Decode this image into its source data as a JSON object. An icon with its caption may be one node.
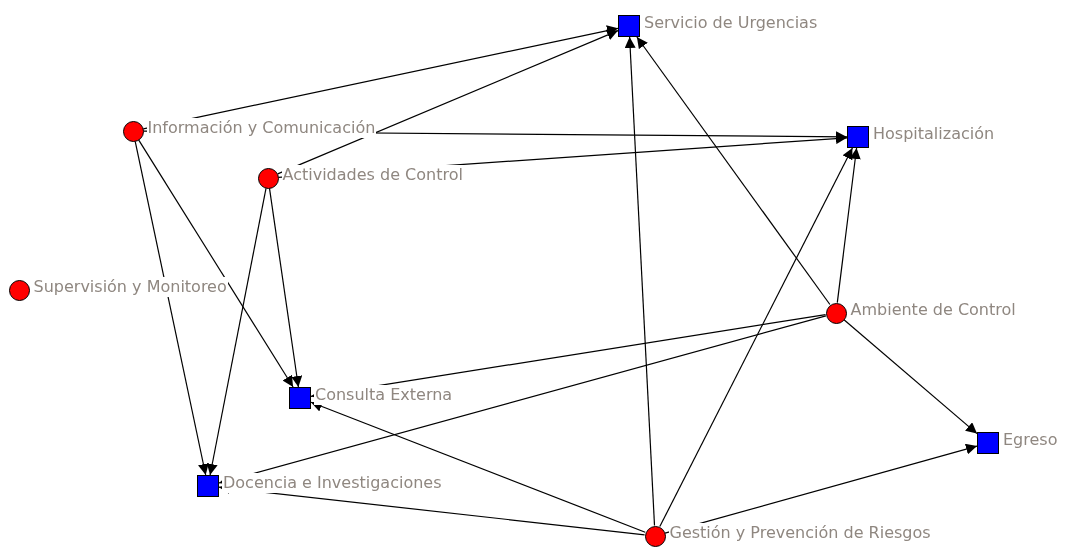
{
  "diagram": {
    "nodes": [
      {
        "text": [
          "Servicio de Urgencias"
        ]
      },
      {
        "text": [
          "Información y Comunicación"
        ]
      },
      {
        "text": [
          "Hospitalización"
        ]
      },
      {
        "text": [
          "Actividades de Control"
        ]
      },
      {
        "text": [
          "Supervisión y Monitoreo"
        ]
      },
      {
        "text": [
          "Ambiente de Control"
        ]
      },
      {
        "text": [
          "Consulta Externa"
        ]
      },
      {
        "text": [
          "Egreso"
        ]
      },
      {
        "text": [
          "Docencia e Investigaciones"
        ]
      },
      {
        "text": [
          "Gestión y Prevención de Riesgos"
        ]
      }
    ],
    "edges": [
      {
        "from": 1,
        "to": 0,
        "arrow": "to"
      },
      {
        "from": 3,
        "to": 0,
        "arrow": "to"
      },
      {
        "from": 1,
        "to": 2,
        "arrow": "to"
      },
      {
        "from": 3,
        "to": 2,
        "arrow": "to"
      },
      {
        "from": 1,
        "to": 8,
        "arrow": "to"
      },
      {
        "from": 1,
        "to": 6,
        "arrow": "to"
      },
      {
        "from": 3,
        "to": 8,
        "arrow": "to"
      },
      {
        "from": 3,
        "to": 6,
        "arrow": "to"
      },
      {
        "from": 5,
        "to": 0,
        "arrow": "to"
      },
      {
        "from": 9,
        "to": 0,
        "arrow": "to"
      },
      {
        "from": 9,
        "to": 2,
        "arrow": "to"
      },
      {
        "from": 5,
        "to": 2,
        "arrow": "to"
      },
      {
        "from": 5,
        "to": 6,
        "arrow": "to"
      },
      {
        "from": 5,
        "to": 8,
        "arrow": "to"
      },
      {
        "from": 5,
        "to": 7,
        "arrow": "to"
      },
      {
        "from": 9,
        "to": 7,
        "arrow": "to"
      },
      {
        "from": 9,
        "to": 6,
        "arrow": "to"
      },
      {
        "from": 9,
        "to": 8,
        "arrow": "to"
      }
    ]
  }
}
